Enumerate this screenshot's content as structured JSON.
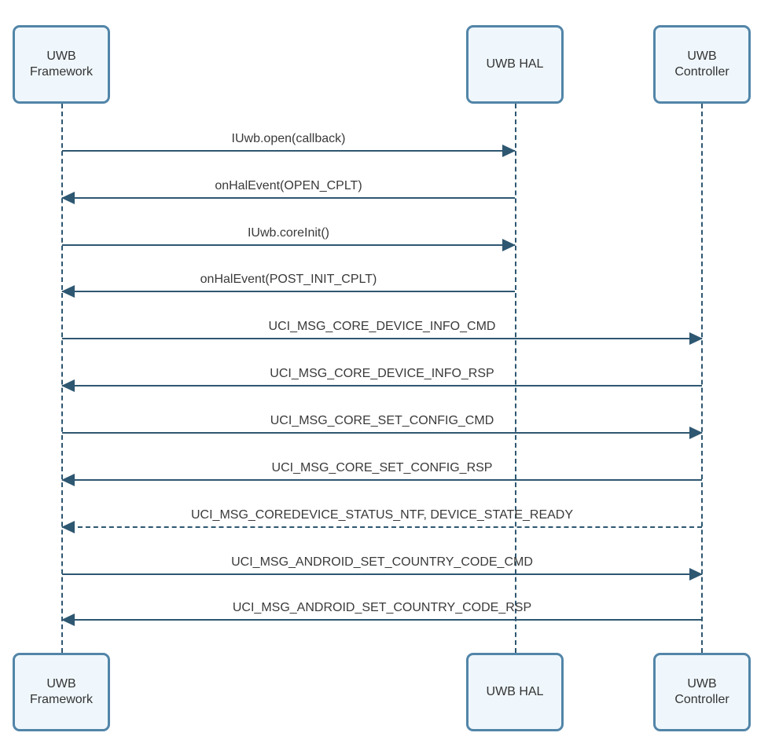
{
  "diagram": {
    "type": "sequence-diagram",
    "participants": [
      {
        "id": "framework",
        "label": "UWB Framework"
      },
      {
        "id": "hal",
        "label": "UWB HAL"
      },
      {
        "id": "controller",
        "label": "UWB Controller"
      }
    ],
    "messages": [
      {
        "label": "IUwb.open(callback)",
        "from": "UWB Framework",
        "to": "UWB HAL",
        "line": "solid"
      },
      {
        "label": "onHalEvent(OPEN_CPLT)",
        "from": "UWB HAL",
        "to": "UWB Framework",
        "line": "solid"
      },
      {
        "label": "IUwb.coreInit()",
        "from": "UWB Framework",
        "to": "UWB HAL",
        "line": "solid"
      },
      {
        "label": "onHalEvent(POST_INIT_CPLT)",
        "from": "UWB HAL",
        "to": "UWB Framework",
        "line": "solid"
      },
      {
        "label": "UCI_MSG_CORE_DEVICE_INFO_CMD",
        "from": "UWB Framework",
        "to": "UWB Controller",
        "line": "solid"
      },
      {
        "label": "UCI_MSG_CORE_DEVICE_INFO_RSP",
        "from": "UWB Controller",
        "to": "UWB Framework",
        "line": "solid"
      },
      {
        "label": "UCI_MSG_CORE_SET_CONFIG_CMD",
        "from": "UWB Framework",
        "to": "UWB Controller",
        "line": "solid"
      },
      {
        "label": "UCI_MSG_CORE_SET_CONFIG_RSP",
        "from": "UWB Controller",
        "to": "UWB Framework",
        "line": "solid"
      },
      {
        "label": "UCI_MSG_COREDEVICE_STATUS_NTF, DEVICE_STATE_READY",
        "from": "UWB Controller",
        "to": "UWB Framework",
        "line": "dashed"
      },
      {
        "label": "UCI_MSG_ANDROID_SET_COUNTRY_CODE_CMD",
        "from": "UWB Framework",
        "to": "UWB Controller",
        "line": "solid"
      },
      {
        "label": "UCI_MSG_ANDROID_SET_COUNTRY_CODE_RSP",
        "from": "UWB Controller",
        "to": "UWB Framework",
        "line": "solid"
      }
    ],
    "colors": {
      "box_fill": "#eff7fc",
      "box_stroke": "#5285a8",
      "line": "#2e5771",
      "text": "#3a3a3a",
      "background": "#ffffff"
    }
  }
}
